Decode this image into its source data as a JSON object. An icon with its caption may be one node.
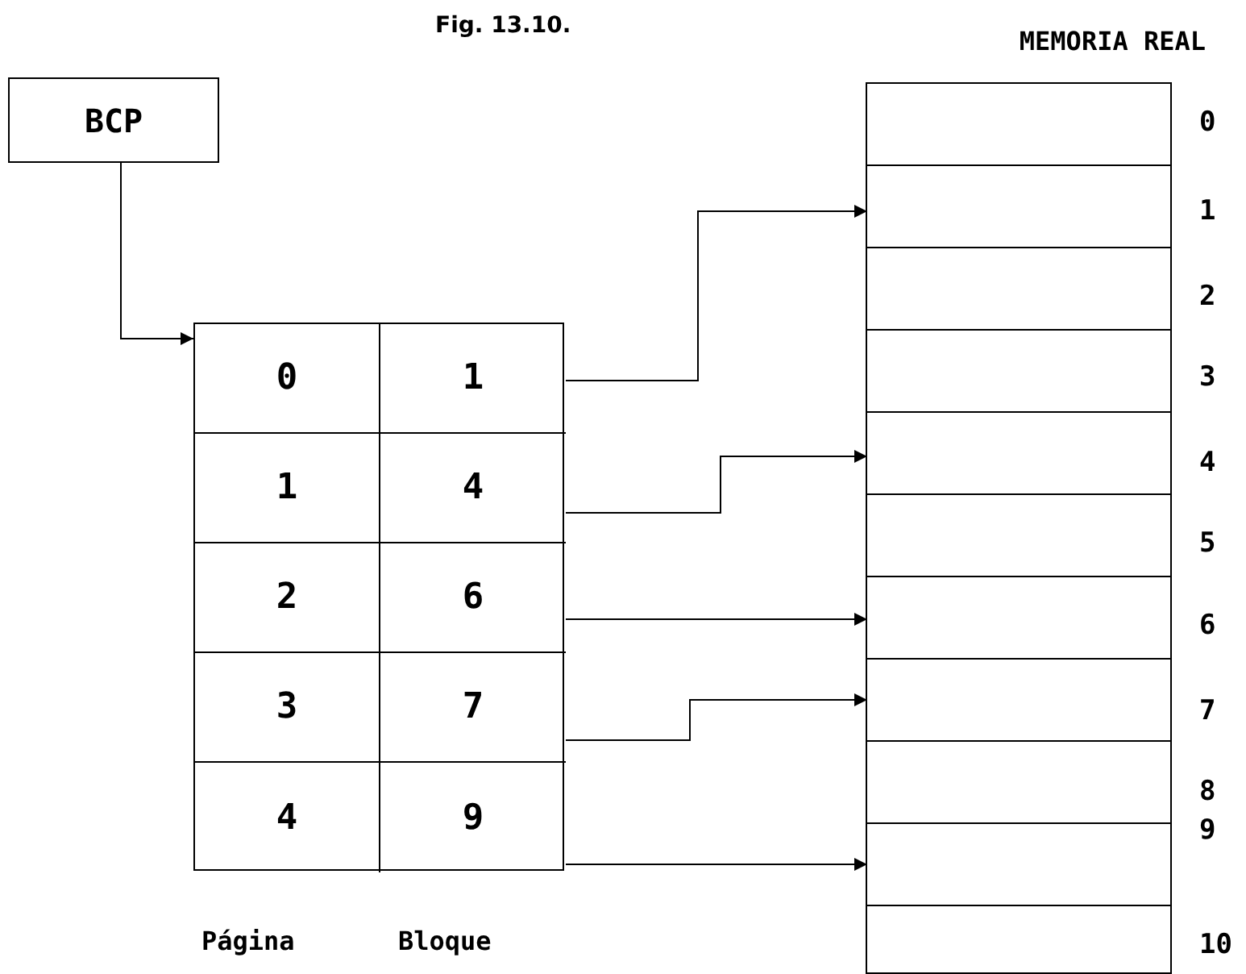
{
  "diagram": {
    "title": "Fig. 13.10.",
    "nodes": [
      {
        "text": [
          "BCP"
        ]
      },
      {
        "text": [
          "Página",
          "Bloque"
        ]
      },
      {
        "text": [
          "0"
        ],
        "in": 1
      },
      {
        "text": [
          "1"
        ],
        "in": 1
      },
      {
        "text": [
          "1"
        ],
        "in": 1
      },
      {
        "text": [
          "4"
        ],
        "in": 1
      },
      {
        "text": [
          "2"
        ],
        "in": 1
      },
      {
        "text": [
          "6"
        ],
        "in": 1
      },
      {
        "text": [
          "3"
        ],
        "in": 1
      },
      {
        "text": [
          "7"
        ],
        "in": 1
      },
      {
        "text": [
          "4"
        ],
        "in": 1
      },
      {
        "text": [
          "9"
        ],
        "in": 1
      },
      {
        "text": [
          "MEMORIA REAL"
        ]
      },
      {
        "text": [],
        "shape": "box",
        "in": 12,
        "beside": [
          "0"
        ]
      },
      {
        "text": [],
        "shape": "box",
        "in": 12,
        "beside": [
          "1"
        ]
      },
      {
        "text": [],
        "shape": "box",
        "in": 12,
        "beside": [
          "2"
        ]
      },
      {
        "text": [],
        "shape": "box",
        "in": 12,
        "beside": [
          "3"
        ]
      },
      {
        "text": [],
        "shape": "box",
        "in": 12,
        "beside": [
          "4"
        ]
      },
      {
        "text": [],
        "shape": "box",
        "in": 12,
        "beside": [
          "5"
        ]
      },
      {
        "text": [],
        "shape": "box",
        "in": 12,
        "beside": [
          "6"
        ]
      },
      {
        "text": [],
        "shape": "box",
        "in": 12,
        "beside": [
          "7"
        ]
      },
      {
        "text": [],
        "shape": "box",
        "in": 12,
        "beside": [
          "8"
        ]
      },
      {
        "text": [],
        "shape": "box",
        "in": 12,
        "beside": [
          "9"
        ]
      },
      {
        "text": [],
        "shape": "box",
        "in": 12,
        "beside": [
          "10"
        ]
      }
    ],
    "edges": [
      {
        "from": 0,
        "to": 1,
        "arrow": "to"
      },
      {
        "from": 3,
        "to": 14,
        "arrow": "to"
      },
      {
        "from": 5,
        "to": 17,
        "arrow": "to"
      },
      {
        "from": 7,
        "to": 19,
        "arrow": "to"
      },
      {
        "from": 9,
        "to": 20,
        "arrow": "to"
      },
      {
        "from": 11,
        "to": 22,
        "arrow": "to"
      }
    ]
  }
}
